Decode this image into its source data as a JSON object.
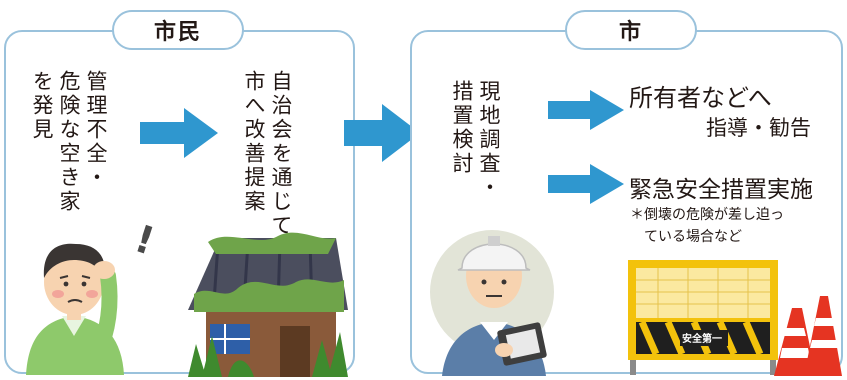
{
  "citizen": {
    "tab": "市民",
    "discover_text": "管理不全・\n危険な空き家\nを発見",
    "propose_text": "自治会を通じて\n市へ改善提案",
    "exclamation": "!"
  },
  "city": {
    "tab": "市",
    "survey_text": "現地調査・\n措置検討",
    "action1_line1": "所有者などへ",
    "action1_line2": "指導・勧告",
    "action2_title": "緊急安全措置実施",
    "action2_note": "＊倒壊の危険が差し迫っ\n　ている場合など",
    "barrier_sign": "安全第一"
  },
  "colors": {
    "border": "#9ac2dc",
    "arrow": "#2f97cf",
    "text": "#231815"
  },
  "icons": [
    "worried-man-illustration",
    "ruined-house-illustration",
    "inspector-illustration",
    "barricade-illustration",
    "traffic-cone-icon"
  ]
}
